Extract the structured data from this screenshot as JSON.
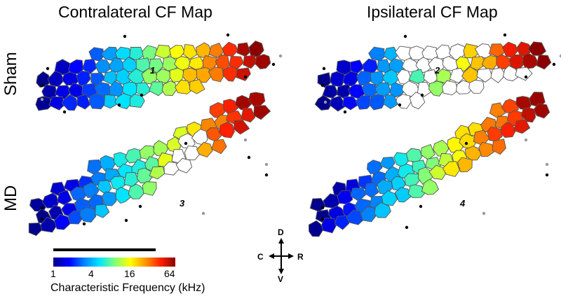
{
  "titles": {
    "left": "Contralateral CF Map",
    "right": "Ipsilateral CF Map"
  },
  "rows": {
    "top": "Sham",
    "bottom": "MD"
  },
  "site_labels": [
    "1",
    "2",
    "3",
    "4"
  ],
  "colorbar": {
    "ticks": [
      "1",
      "4",
      "16",
      "64"
    ],
    "label": "Characteristic Frequency (kHz)",
    "colors": [
      "#00008b",
      "#0000ff",
      "#0080ff",
      "#00e5ff",
      "#7dff7d",
      "#ffff00",
      "#ff9900",
      "#ff2000",
      "#8b0000"
    ]
  },
  "compass": {
    "up": "D",
    "down": "V",
    "left": "C",
    "right": "R"
  }
}
